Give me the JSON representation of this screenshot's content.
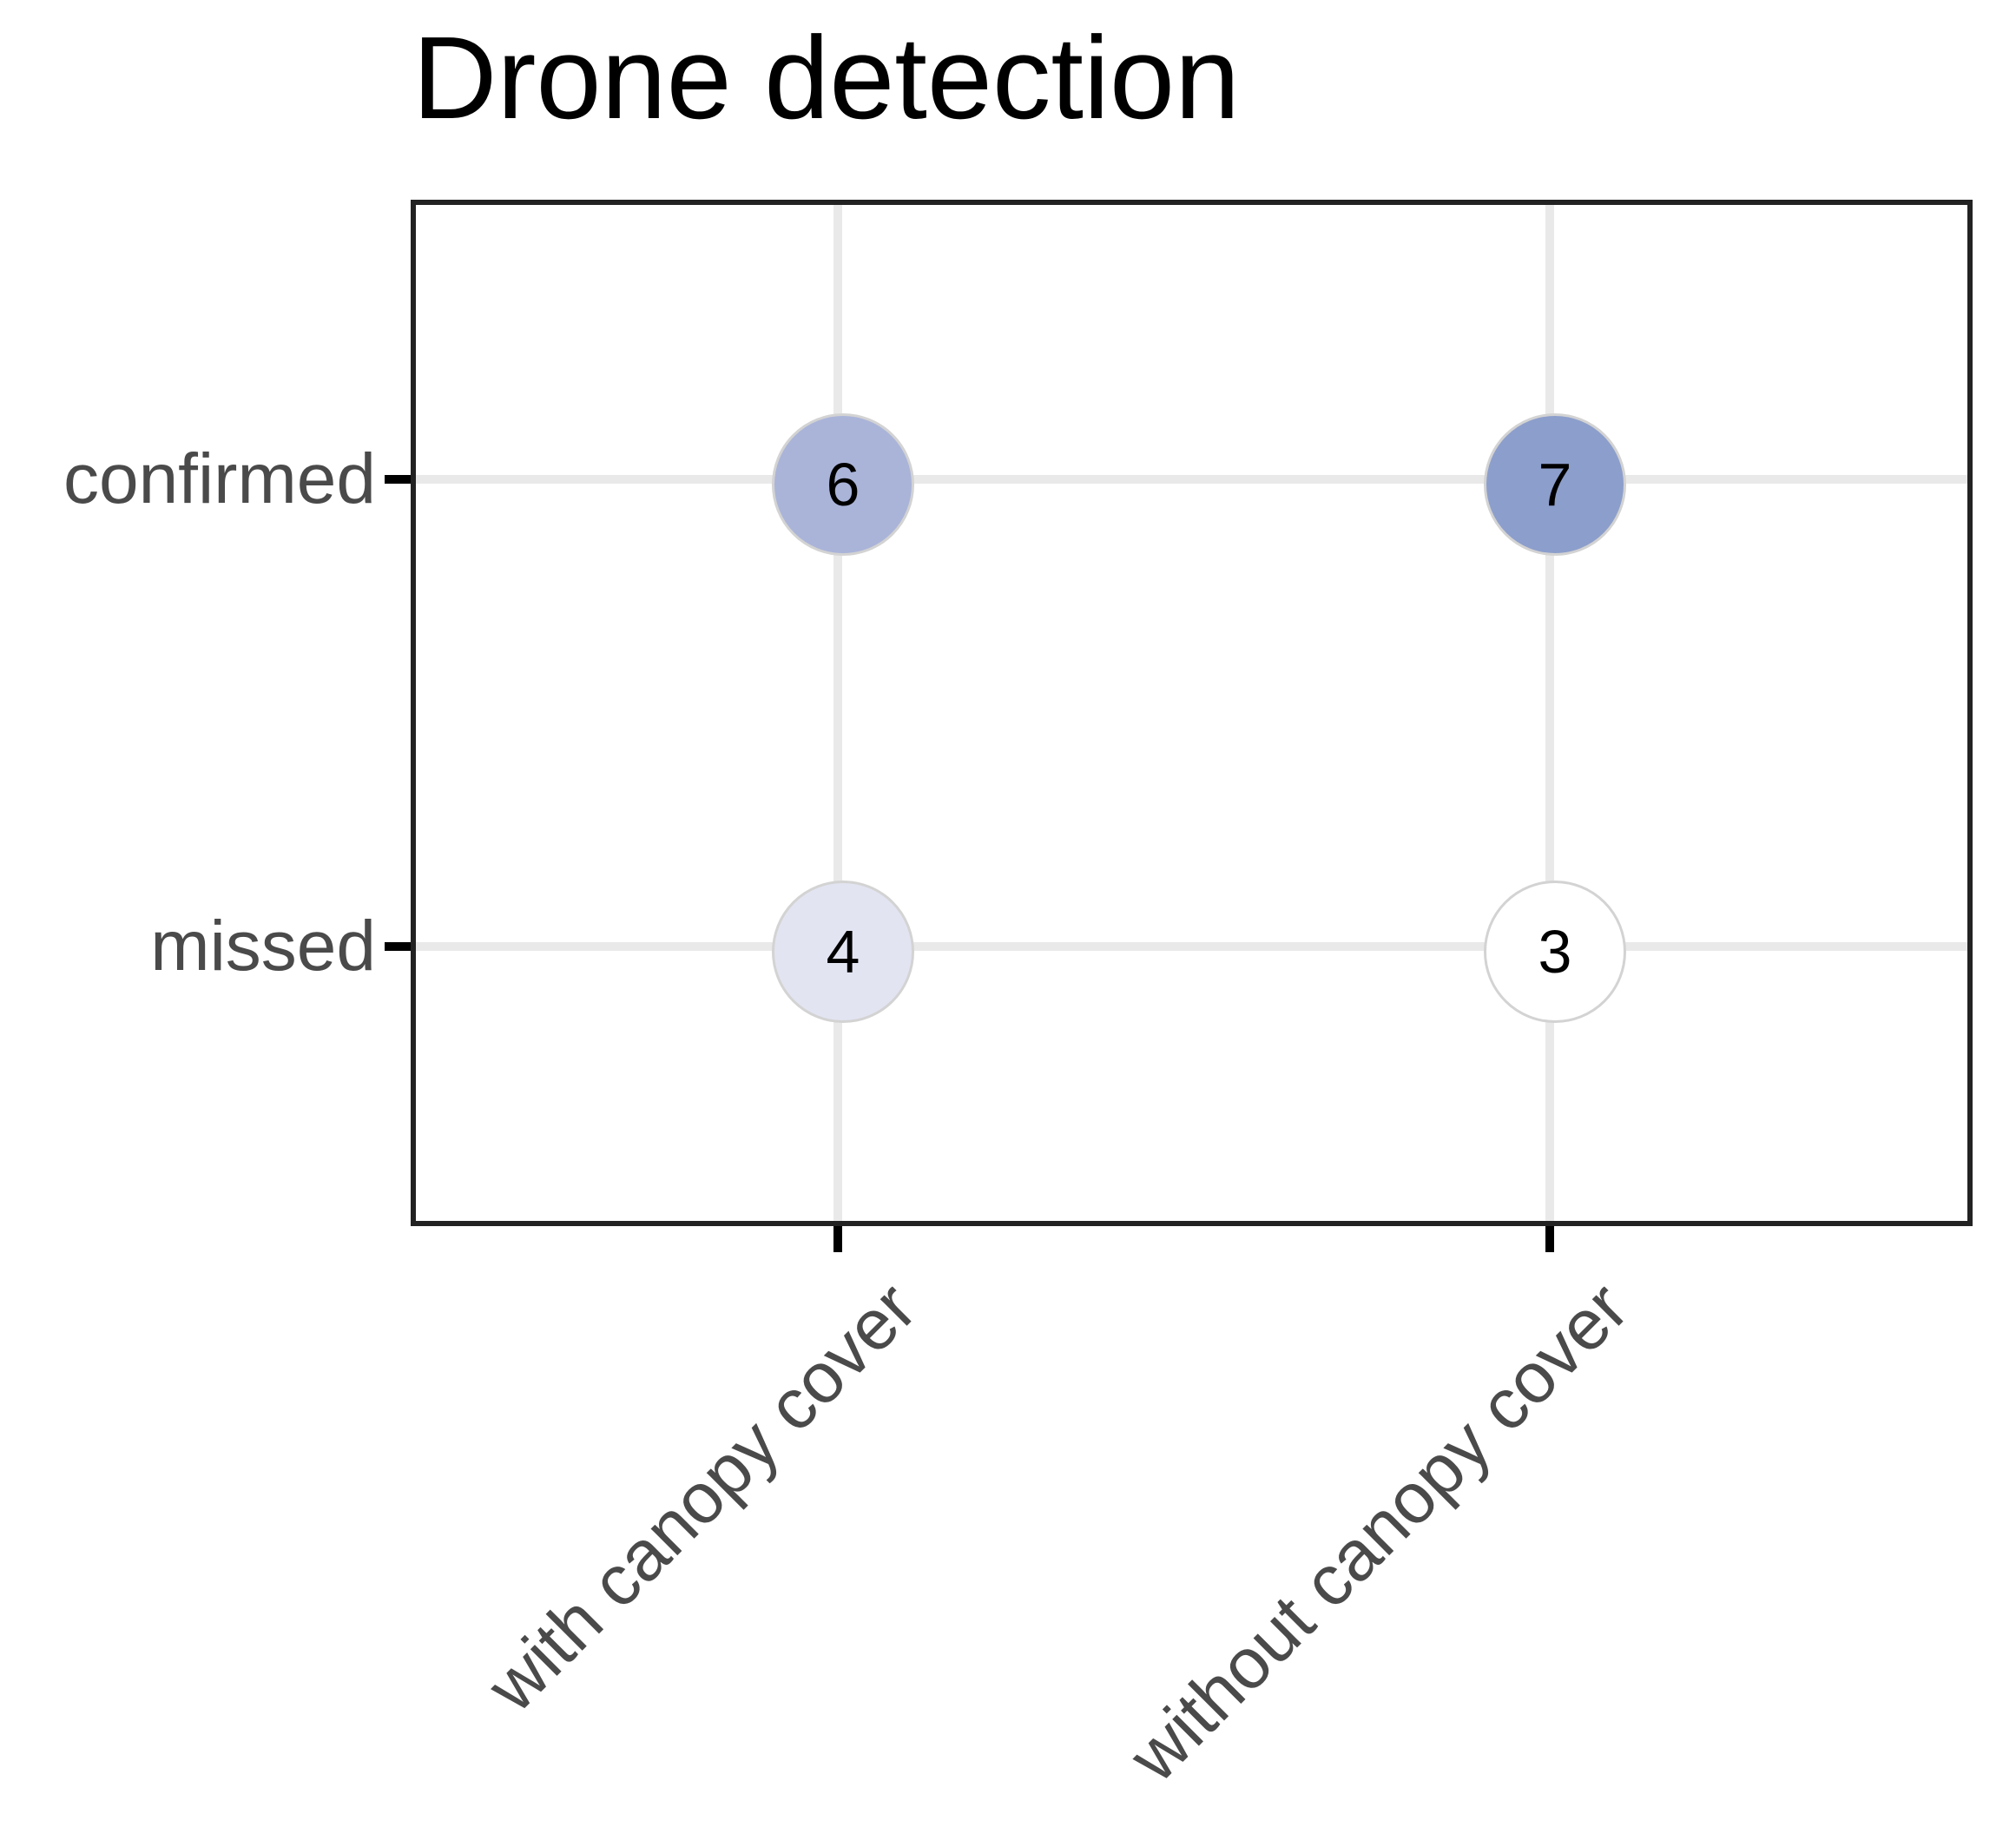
{
  "title": "Drone detection",
  "chart_data": {
    "type": "balloon",
    "title": "Drone detection",
    "x_categories": [
      "with canopy cover",
      "without canopy cover"
    ],
    "y_categories": [
      "confirmed",
      "missed"
    ],
    "matrix_rows_y_by_x": [
      [
        6,
        7
      ],
      [
        4,
        3
      ]
    ],
    "cells": [
      {
        "x": "with canopy cover",
        "y": "confirmed",
        "value": 6,
        "fill": "#aab4d9",
        "col": 0,
        "row": 0
      },
      {
        "x": "without canopy cover",
        "y": "confirmed",
        "value": 7,
        "fill": "#8c9ecb",
        "col": 1,
        "row": 0
      },
      {
        "x": "with canopy cover",
        "y": "missed",
        "value": 4,
        "fill": "#e2e4f1",
        "col": 0,
        "row": 1
      },
      {
        "x": "without canopy cover",
        "y": "missed",
        "value": 3,
        "fill": "#ffffff",
        "col": 1,
        "row": 1
      }
    ],
    "value_scale": {
      "min_value": 3,
      "max_value": 7,
      "min_fill": "#ffffff",
      "max_fill": "#8c9ecb"
    },
    "colors": {
      "balloon_stroke": "#d3d3d3",
      "gridline": "#e9e9e9",
      "panel_border": "#222222",
      "tick": "#000000",
      "axis_text": "#4a4a4a",
      "title_text": "#000000",
      "background": "#ffffff"
    },
    "legend": "none",
    "grid": true
  }
}
